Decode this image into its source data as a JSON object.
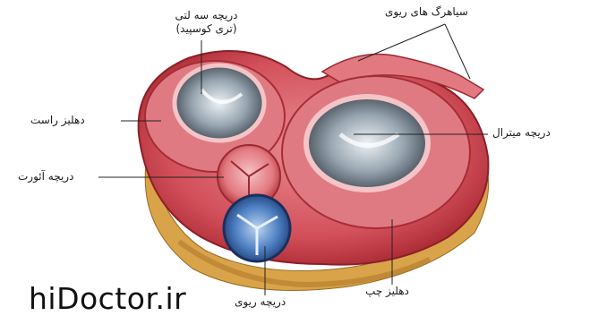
{
  "labels": {
    "tricuspid_valve_line1": "دریچه سه لتی",
    "tricuspid_valve_line2": "(تری کوسپید)",
    "pulmonary_veins": "سیاهرگ های ریوی",
    "right_atrium": "دهلیز راست",
    "mitral_valve": "دریچه میترال",
    "aortic_valve": "دریچه آئورت",
    "pulmonary_valve": "دریچه ریوی",
    "left_atrium": "دهلیز چپ"
  },
  "watermark": "hiDoctor.ir",
  "colors": {
    "outer_tissue": "#c73a45",
    "inner_tissue": "#e07a82",
    "rim": "#f0a3a8",
    "fat": "#d9a34a",
    "valve_cavity": "#6f7f8c",
    "pulmonary_valve": "#3f6fb3"
  }
}
